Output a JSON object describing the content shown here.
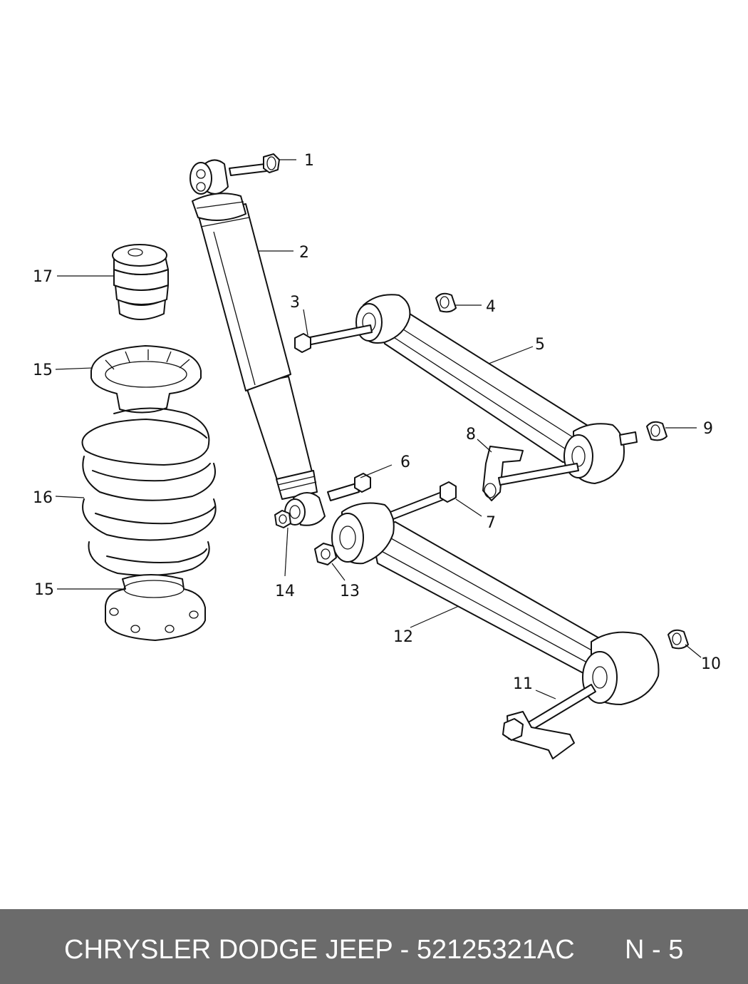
{
  "callouts": [
    "1",
    "2",
    "3",
    "4",
    "5",
    "6",
    "7",
    "8",
    "9",
    "10",
    "11",
    "12",
    "13",
    "14",
    "15",
    "15",
    "16",
    "17"
  ],
  "footer": {
    "title": "CHRYSLER DODGE JEEP - 52125321AC",
    "page": "N - 5"
  },
  "colors": {
    "line": "#111111",
    "footer_bg": "#6b6b6b",
    "footer_text": "#ffffff"
  }
}
